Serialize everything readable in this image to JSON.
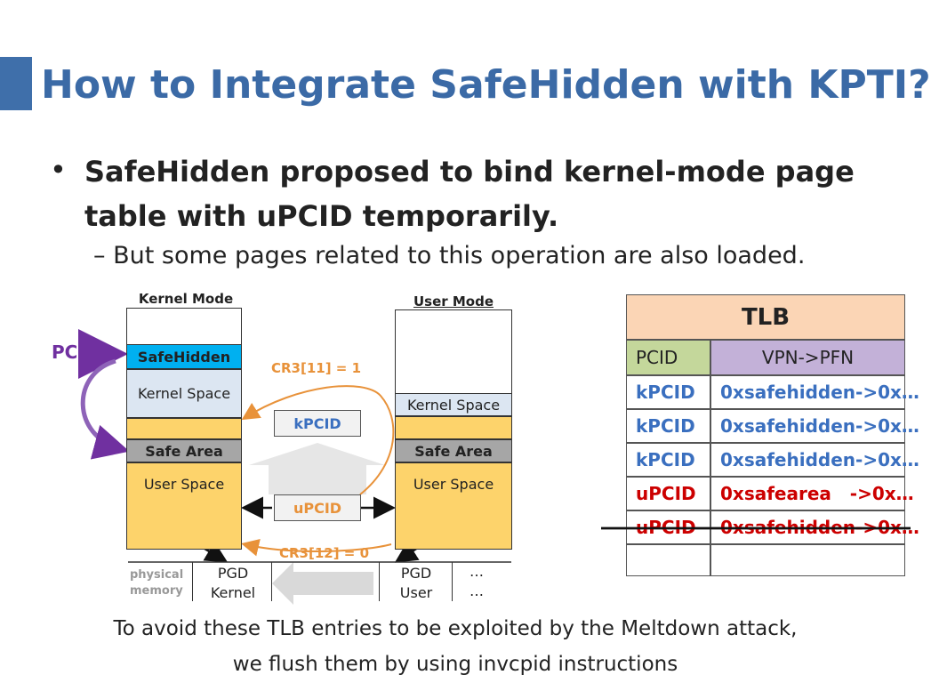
{
  "slide": {
    "title": "How to Integrate SafeHidden with KPTI?",
    "bullet": "SafeHidden proposed to bind kernel-mode page table with uPCID temporarily.",
    "sub_bullet": "But some pages related to this operation are also loaded.",
    "caption_line1": "To avoid these TLB entries to be exploited by the Meltdown attack,",
    "caption_line2": "we flush them by using invcpid instructions"
  },
  "diagram": {
    "pc_label": "PC",
    "kernel_mode": {
      "title": "Kernel Mode",
      "safehidden": "SafeHidden",
      "kernel_space": "Kernel Space",
      "safe_area": "Safe Area",
      "user_space": "User Space"
    },
    "user_mode": {
      "title": "User Mode",
      "kernel_space": "Kernel Space",
      "safe_area": "Safe Area",
      "user_space": "User Space"
    },
    "cr3_set": "CR3[11] = 1",
    "cr3_clear": "CR3[12] = 0",
    "kpcid": "kPCID",
    "upcid": "uPCID",
    "physical_memory": {
      "label_line1": "physical",
      "label_line2": "memory",
      "dots": "…",
      "pgd_kernel_line1": "PGD",
      "pgd_kernel_line2": "Kernel",
      "pgd_user_line1": "PGD",
      "pgd_user_line2": "User"
    }
  },
  "tlb": {
    "title": "TLB",
    "headers": [
      "PCID",
      "VPN->PFN"
    ],
    "rows": [
      {
        "pcid": "kPCID",
        "mapping": "0xsafehidden->0x…",
        "highlight": false,
        "struck": false
      },
      {
        "pcid": "kPCID",
        "mapping": "0xsafehidden->0x…",
        "highlight": false,
        "struck": false
      },
      {
        "pcid": "kPCID",
        "mapping": "0xsafehidden->0x…",
        "highlight": false,
        "struck": false
      },
      {
        "pcid": "uPCID",
        "mapping": "0xsafearea   ->0x…",
        "highlight": true,
        "struck": false
      },
      {
        "pcid": "uPCID",
        "mapping": "0xsafehidden->0x…",
        "highlight": true,
        "struck": true
      },
      {
        "pcid": "",
        "mapping": "",
        "highlight": false,
        "struck": false
      }
    ]
  },
  "colors": {
    "title_blue": "#3b6aa6",
    "accent_bar": "#3f6faa",
    "safehidden_fill": "#00b0f0",
    "region_yellow": "#fdd36b",
    "safe_area_gray": "#a6a6a6",
    "kernel_space_fill": "#dce6f2",
    "arrow_orange": "#e8923a",
    "pc_purple": "#7030a0",
    "kpcid_blue": "#3a6fbf",
    "upcid_red": "#cc0000",
    "tlb_title_fill": "#fbd5b5",
    "pcid_header_fill": "#c4d79b",
    "vpn_header_fill": "#c3b1d8"
  }
}
